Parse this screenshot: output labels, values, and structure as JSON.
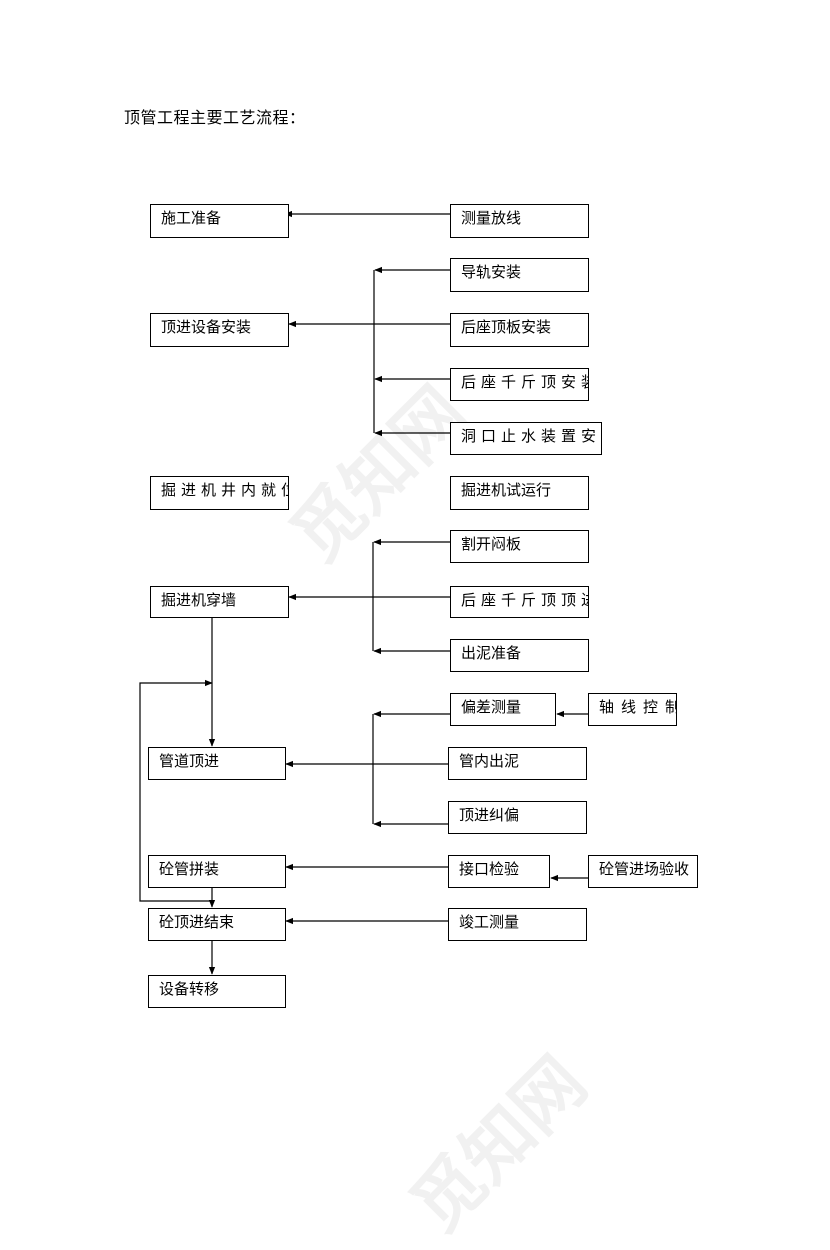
{
  "page": {
    "title": "顶管工程主要工艺流程："
  },
  "watermark": {
    "text": "觅知网"
  },
  "flow": {
    "main": {
      "prep": "施工准备",
      "equipment_install": "顶进设备安装",
      "shield_in_place": "掘进机井内就位",
      "breakthrough": "掘进机穿墙",
      "pipe_jacking": "管道顶进",
      "pipe_assembly": "砼管拼装",
      "jacking_end": "砼顶进结束",
      "equipment_move": "设备转移"
    },
    "side": {
      "survey": "测量放线",
      "guide_rail": "导轨安装",
      "back_plate": "后座顶板安装",
      "back_jack": "后座千斤顶安装",
      "portal_seal": "洞口止水装置安装",
      "trial_run": "掘进机试运行",
      "cut_gate": "割开闷板",
      "back_jack_push": "后座千斤顶顶进",
      "mud_prep": "出泥准备",
      "deviation": "偏差测量",
      "axis_control": "轴线控制",
      "mud_out": "管内出泥",
      "correction": "顶进纠偏",
      "joint_check": "接口检验",
      "pipe_inspect": "砼管进场验收",
      "completion_survey": "竣工测量"
    }
  }
}
